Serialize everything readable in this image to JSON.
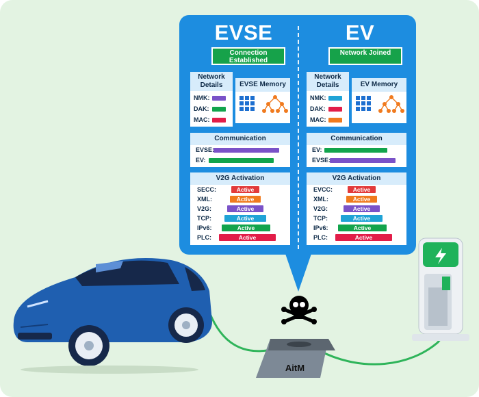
{
  "evse": {
    "title": "EVSE",
    "status": "Connection Established",
    "network_details": "Network Details",
    "memory": "EVSE Memory",
    "nmk": "NMK:",
    "dak": "DAK:",
    "mac": "MAC:",
    "communication": "Communication",
    "comm_rows": [
      {
        "label": "EVSE:",
        "color": "#7a52c8"
      },
      {
        "label": "EV:",
        "color": "#12a44c"
      }
    ],
    "v2g": "V2G Activation",
    "protocols": [
      {
        "label": "SECC:",
        "state": "Active",
        "color": "#e23a3a"
      },
      {
        "label": "XML:",
        "state": "Active",
        "color": "#f07a1e"
      },
      {
        "label": "V2G:",
        "state": "Active",
        "color": "#7a52c8"
      },
      {
        "label": "TCP:",
        "state": "Active",
        "color": "#1fa3d6"
      },
      {
        "label": "IPv6:",
        "state": "Active",
        "color": "#12a44c"
      },
      {
        "label": "PLC:",
        "state": "Active",
        "color": "#e21d48"
      }
    ]
  },
  "ev": {
    "title": "EV",
    "status": "Network Joined",
    "network_details": "Network Details",
    "memory": "EV Memory",
    "nmk": "NMK:",
    "dak": "DAK:",
    "mac": "MAC:",
    "communication": "Communication",
    "comm_rows": [
      {
        "label": "EV:",
        "color": "#12a44c"
      },
      {
        "label": "EVSE:",
        "color": "#7a52c8"
      }
    ],
    "v2g": "V2G Activation",
    "protocols": [
      {
        "label": "EVCC:",
        "state": "Active",
        "color": "#e23a3a"
      },
      {
        "label": "XML:",
        "state": "Active",
        "color": "#f07a1e"
      },
      {
        "label": "V2G:",
        "state": "Active",
        "color": "#7a52c8"
      },
      {
        "label": "TCP:",
        "state": "Active",
        "color": "#1fa3d6"
      },
      {
        "label": "IPv6:",
        "state": "Active",
        "color": "#12a44c"
      },
      {
        "label": "PLC:",
        "state": "Active",
        "color": "#e21d48"
      }
    ]
  },
  "attacker": {
    "label": "AitM",
    "icon": "skull-crossbones-icon"
  },
  "colors": {
    "bubble": "#1d8de0",
    "cable": "#2fb45a",
    "car": "#1f5fb0",
    "charger_accent": "#1fb25a"
  }
}
